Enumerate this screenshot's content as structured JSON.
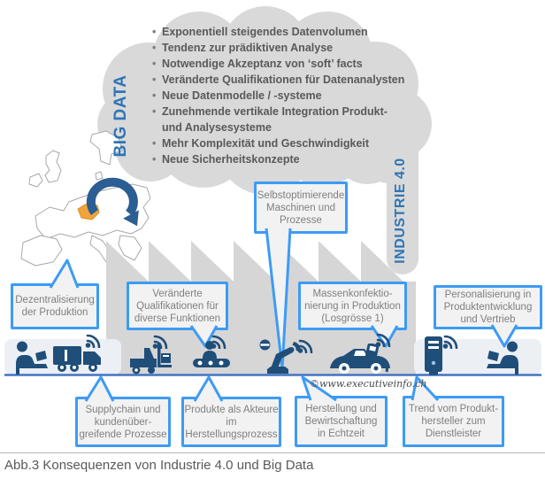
{
  "caption": "Abb.3 Konsequenzen von Industrie 4.0 und Big Data",
  "watermark": "©www.executiveinfo.ch",
  "cloud": {
    "big_data_label": "BIG DATA",
    "industrie_label": "INDUSTRIE 4.0",
    "bullets": [
      "Exponentiell steigendes Datenvolumen",
      "Tendenz zur prädiktiven Analyse",
      "Notwendige Akzeptanz von ‘soft’ facts",
      "Veränderte Qualifikationen für Datenanalysten",
      "Neue Datenmodelle / -systeme",
      "Zunehmende vertikale Integration Produkt-\nund Analysesysteme",
      "Mehr Komplexität und Geschwindigkeit",
      "Neue Sicherheitskonzepte"
    ]
  },
  "callouts": {
    "selbstoptimierende": "Selbstoptimierende\nMaschinen und\nProzesse",
    "dezentralisierung": "Dezentralisierung\nder Produktion",
    "veraenderte_qualifikationen": "Veränderte\nQualifikationen für\ndiverse Funktionen",
    "massenkonfektionierung": "Massenkonfektio-\nnierung in Produktion\n(Losgrösse 1)",
    "personalisierung": "Personalisierung in\nProduktentwicklung\nund Vertrieb",
    "supplychain": "Supplychain und\nkundenüber-\ngreifende Prozesse",
    "produkte_akteure": "Produkte als Akteure\nim\nHerstellungsprozess",
    "herstellung_echtzeit": "Herstellung und\nBewirtschaftung\nin Echtzeit",
    "trend_dienstleister": "Trend vom Produkt-\nhersteller zum\nDienstleister"
  },
  "icons": {
    "strip": [
      "person-laptop",
      "truck",
      "wifi",
      "forklift",
      "wifi",
      "conveyor-worker",
      "wifi",
      "robot-arm",
      "wifi",
      "car-assembly",
      "wifi",
      "computer-tower",
      "wifi",
      "person-laptop"
    ],
    "map": [
      "europe-map",
      "switzerland-highlight",
      "rotation-arrow"
    ]
  },
  "colors": {
    "cloud_gray": "#D9D9D9",
    "factory_gray": "#D6D6D6",
    "label_blue": "#2E75B6",
    "callout_border_blue": "#3D9BF5",
    "callout_fill": "#F2F2F2",
    "callout_text": "#7F7F7F",
    "icon_navy": "#1F4E79",
    "swiss_orange": "#F2A33C",
    "ground_blue": "#4472C4",
    "bullet_text": "#595959"
  }
}
